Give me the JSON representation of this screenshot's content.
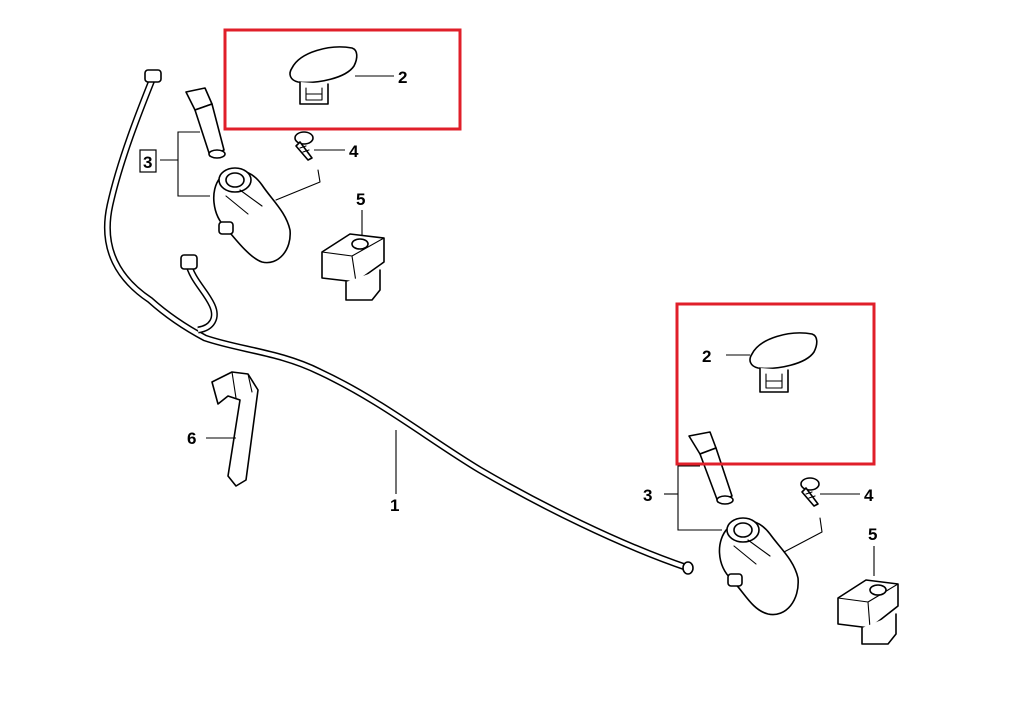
{
  "labels": {
    "hose": "1",
    "cap_upper": "2",
    "cap_lower": "2",
    "nozzle_upper": "3",
    "nozzle_lower": "3",
    "screw_upper": "4",
    "screw_lower": "4",
    "bracket_upper": "5",
    "bracket_lower": "5",
    "clip": "6"
  },
  "highlight_color": "#e01f2a"
}
